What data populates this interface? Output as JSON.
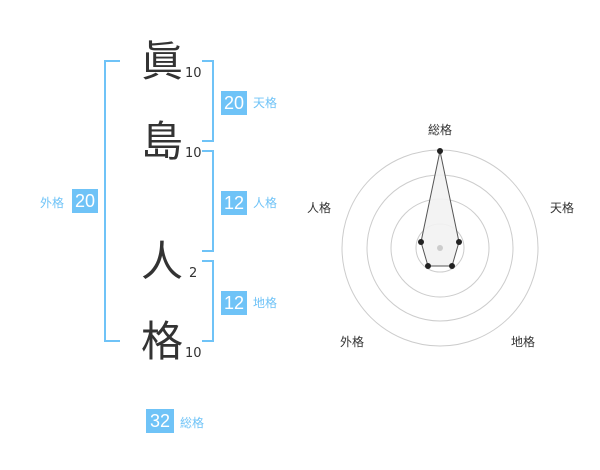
{
  "name": [
    {
      "char": "眞",
      "strokes": "10"
    },
    {
      "char": "島",
      "strokes": "10"
    },
    {
      "char": "人",
      "strokes": "2"
    },
    {
      "char": "格",
      "strokes": "10"
    }
  ],
  "kaku": {
    "tenkaku": {
      "value": "20",
      "label": "天格"
    },
    "jinkaku": {
      "value": "12",
      "label": "人格"
    },
    "chikaku": {
      "value": "12",
      "label": "地格"
    },
    "gaikaku": {
      "value": "20",
      "label": "外格"
    },
    "soukaku": {
      "value": "32",
      "label": "総格"
    }
  },
  "radar": {
    "labels": {
      "top": "総格",
      "right": "天格",
      "bottom_right": "地格",
      "bottom_left": "外格",
      "left": "人格"
    },
    "colors": {
      "ring": "#cccccc",
      "fill": "#f2f2f2",
      "line": "#555555",
      "point": "#222222",
      "center": "#cccccc"
    }
  }
}
